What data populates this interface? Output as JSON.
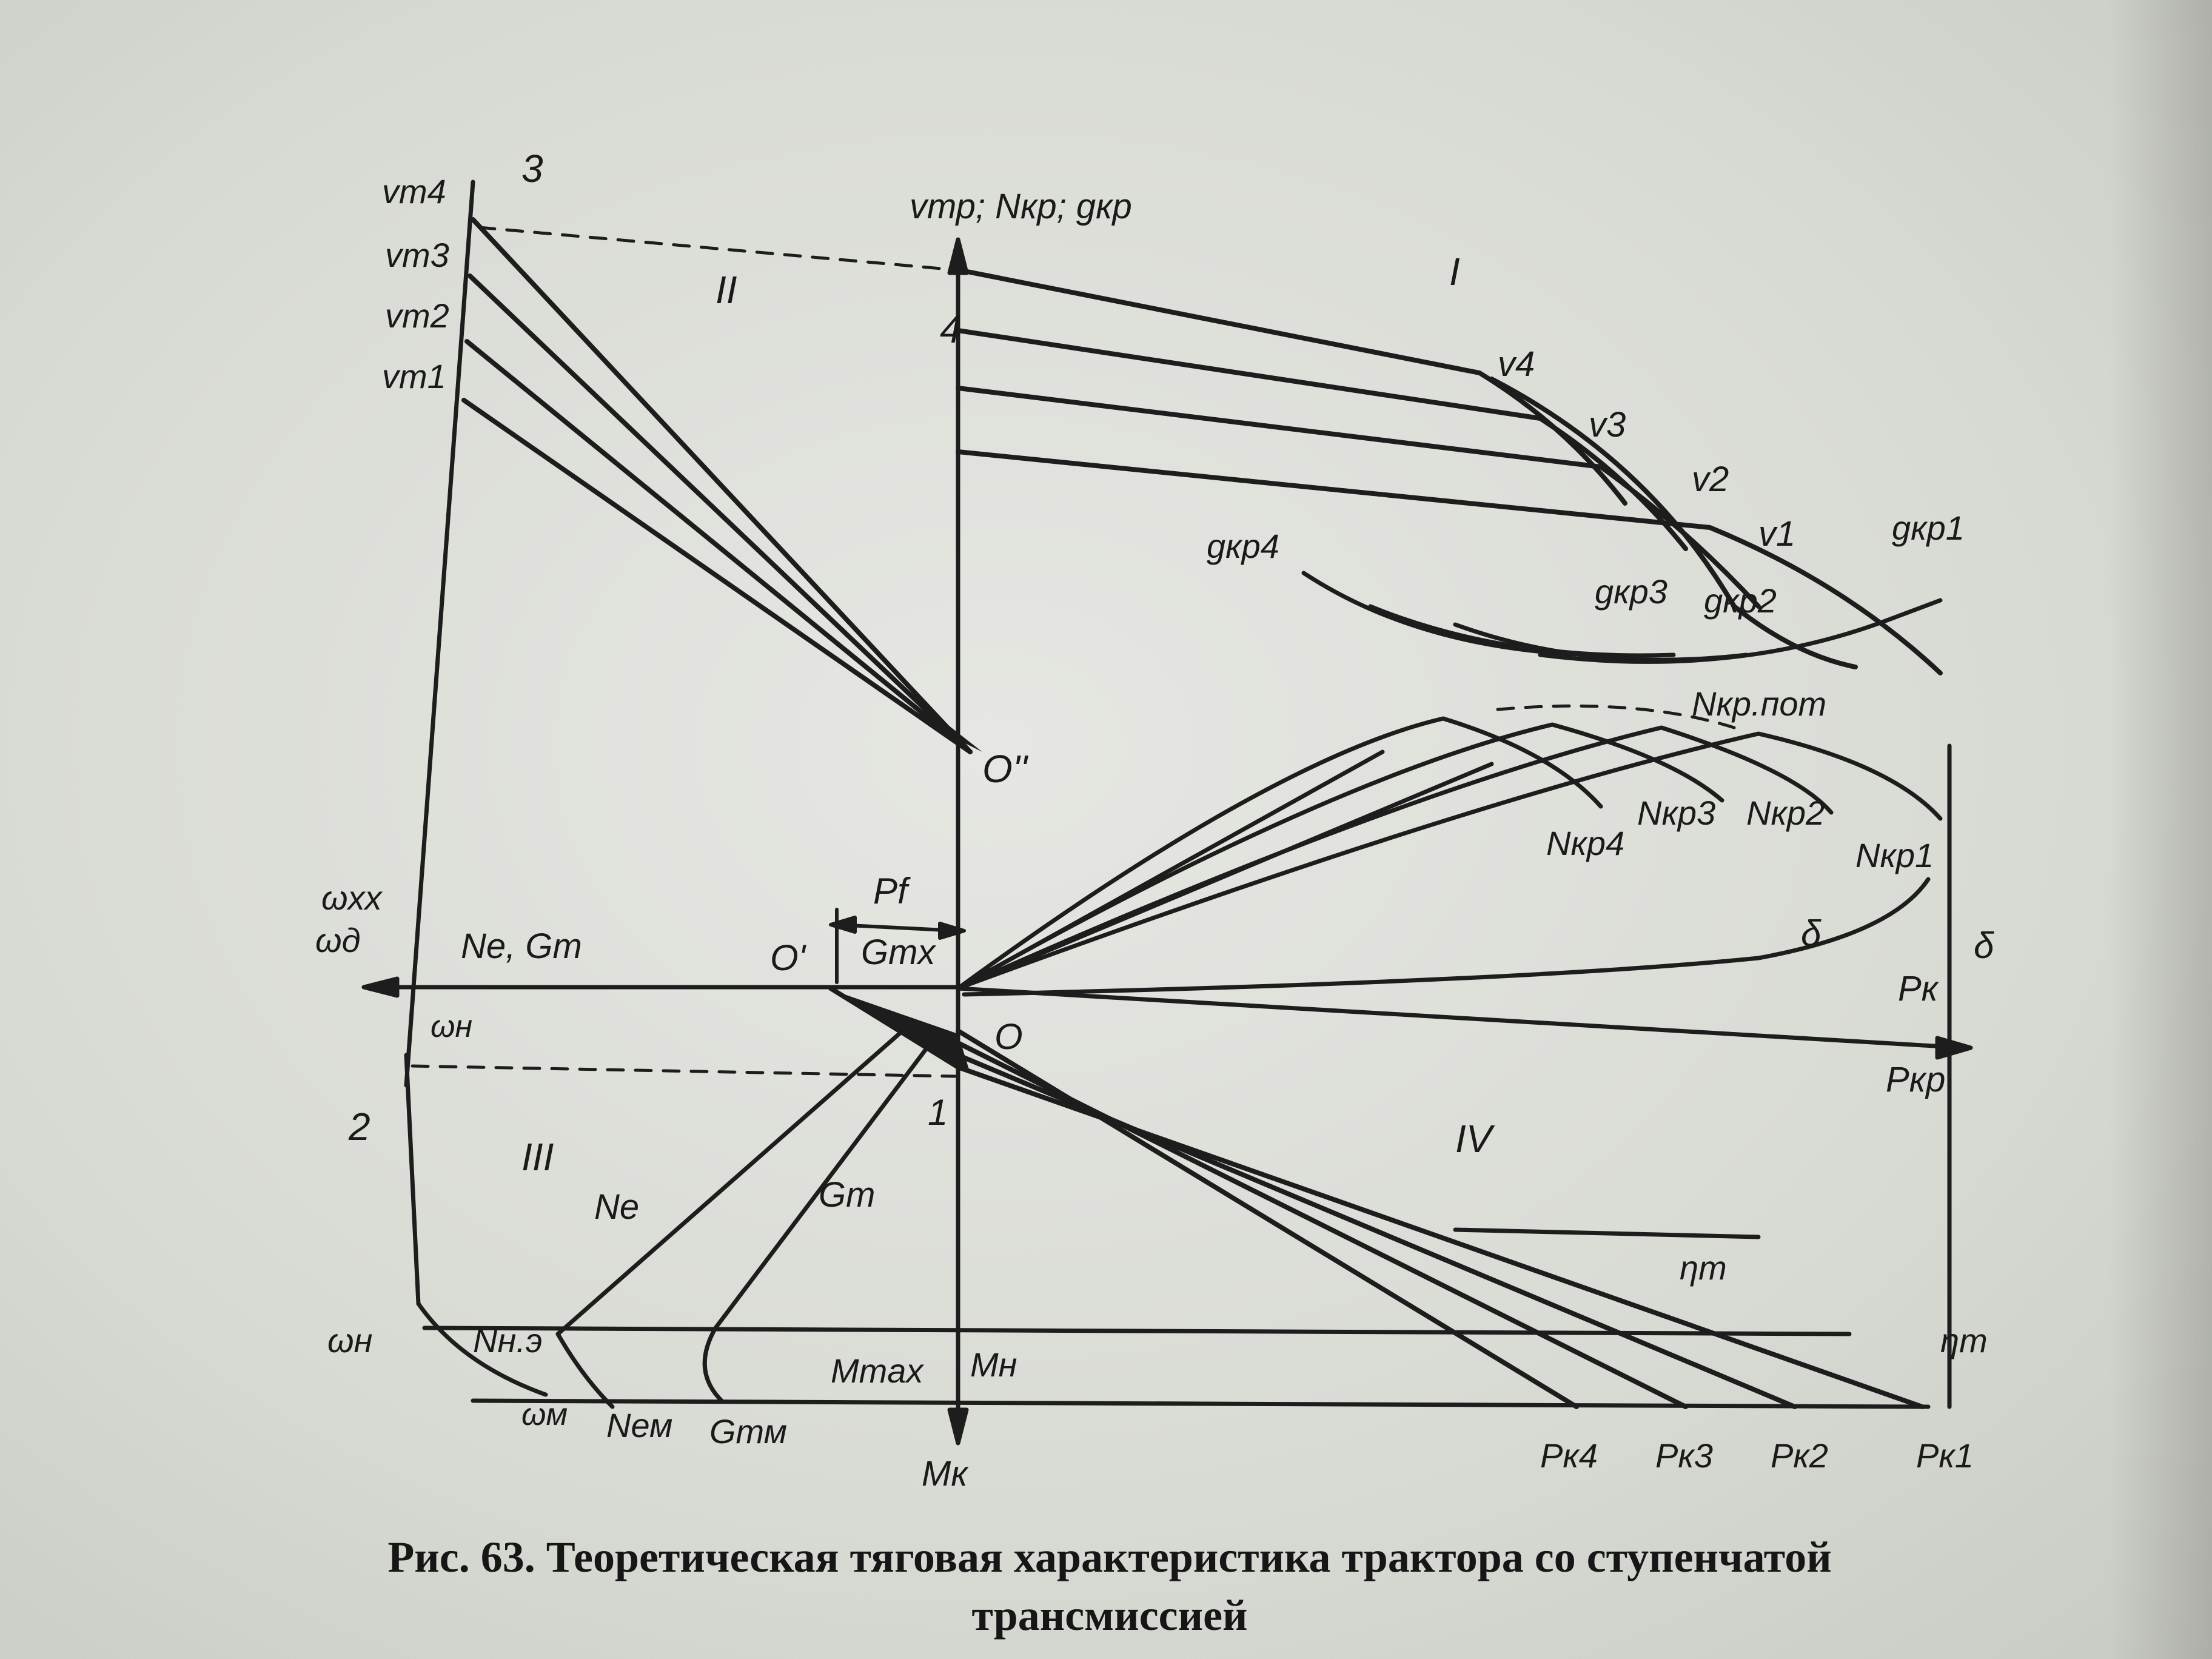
{
  "caption": {
    "line1": "Рис. 63. Теоретическая тяговая характеристика трактора со ступенчатой",
    "line2": "трансмиссией"
  },
  "labels": {
    "vt4": "vт4",
    "vt3": "vт3",
    "vt2": "vт2",
    "vt1": "vт1",
    "pt3": "3",
    "pt4": "4",
    "pt1": "1",
    "pt2": "2",
    "axis_top": "vтр; Nкр; gкр",
    "q1": "I",
    "q2": "II",
    "q3": "III",
    "q4": "IV",
    "v4": "v4",
    "v3": "v3",
    "v2": "v2",
    "v1": "v1",
    "gkr4": "gкр4",
    "gkr3": "gкр3",
    "gkr2": "gкр2",
    "gkr1": "gкр1",
    "opp": "O''",
    "op": "O'",
    "o": "O",
    "nkr_pot": "Nкр.пот",
    "nkr4": "Nкр4",
    "nkr3": "Nкр3",
    "nkr2": "Nкр2",
    "nkr1": "Nкр1",
    "delta1": "δ",
    "delta2": "δ",
    "pf": "Pf",
    "gtx": "Gтх",
    "wxx": "ωxx",
    "wd": "ωд",
    "ne_gt": "Nе, Gт",
    "wn1": "ωн",
    "pk": "Pк",
    "pkr": "Pкр",
    "ne": "Nе",
    "gt": "Gт",
    "eta1": "ηт",
    "eta2": "ηт",
    "wn2": "ωн",
    "nne": "Nн.э",
    "mmax": "Mmax",
    "mn": "Mн",
    "wm": "ωм",
    "nem": "Nем",
    "gtm": "Gтм",
    "mk": "Mк",
    "pk4": "Pк4",
    "pk3": "Pк3",
    "pk2": "Pк2",
    "pk1": "Pк1"
  }
}
